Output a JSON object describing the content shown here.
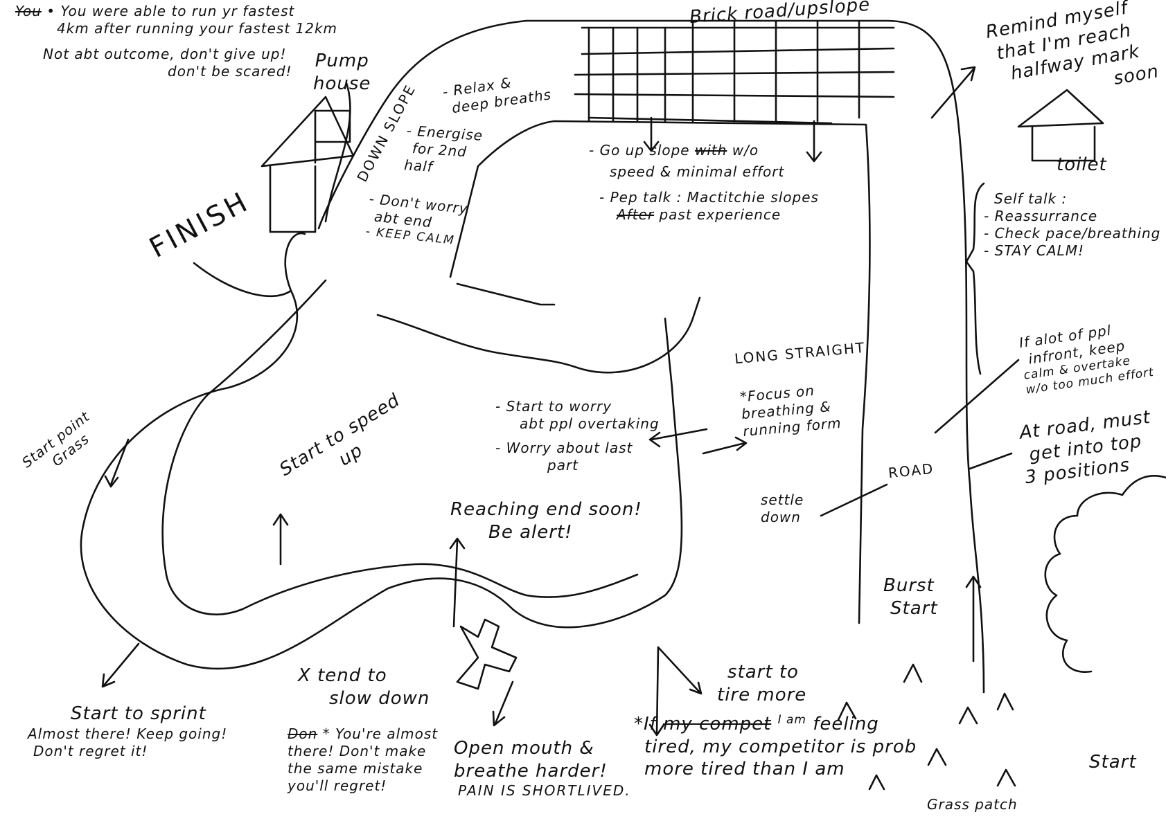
{
  "top_notes": {
    "crossed_word": "You",
    "line1": "You were able to run yr fastest",
    "line2": "4km after running your fastest 12km",
    "line3": "Not abt outcome, don't give up!",
    "line4": "don't be scared!"
  },
  "landmarks": {
    "pump_house": [
      "Pump",
      "house"
    ],
    "finish": "FINISH",
    "down_slope": "DOWN SLOPE",
    "brick_road": "Brick road/upslope",
    "toilet": "toilet",
    "long_straight": "LONG STRAIGHT",
    "road": "ROAD",
    "grass_patch": "Grass patch",
    "start": "Start",
    "start_point": [
      "Start point",
      "Grass"
    ],
    "burst_start": [
      "Burst",
      "Start"
    ]
  },
  "notes": {
    "down_slope_tips": [
      "- Relax &",
      "deep breaths",
      "- Energise",
      "for 2nd",
      "half",
      "- Don't worry",
      "abt end",
      "- KEEP CALM"
    ],
    "upslope_tips": {
      "line1_before": "- Go up slope",
      "line1_struck": "with",
      "line1_after": "w/o",
      "line2": "speed & minimal effort",
      "line3": "- Pep talk : Mactitchie slopes",
      "line4_struck": "After",
      "line4_after": "past experience"
    },
    "halfway": [
      "Remind myself",
      "that I'm reach",
      "halfway mark",
      "soon"
    ],
    "self_talk": [
      "Self talk :",
      "- Reassurrance",
      "- Check pace/breathing",
      "- STAY CALM!"
    ],
    "ppl_infront": [
      "If alot of ppl",
      "infront, keep",
      "calm & overtake",
      "w/o too much effort"
    ],
    "at_road": [
      "At road, must",
      "get into top",
      "3 positions"
    ],
    "focus": [
      "*Focus on",
      "breathing &",
      "running form"
    ],
    "settle_down": [
      "settle",
      "down"
    ],
    "worry": [
      "- Start to worry",
      "abt ppl overtaking",
      "- Worry about last",
      "part"
    ],
    "reaching_end": [
      "Reaching end soon!",
      "Be alert!"
    ],
    "speed_up": [
      "Start to speed",
      "up"
    ],
    "sprint": [
      "Start to sprint",
      "Almost there! Keep going!",
      "Don't regret it!"
    ],
    "tend_slow": [
      "X tend to",
      "slow down"
    ],
    "almost_there": {
      "struck": "Don",
      "line1": "* You're almost",
      "line2": "there! Don't make",
      "line3": "the same mistake",
      "line4": "you'll regret!"
    },
    "open_mouth": [
      "Open mouth &",
      "breathe harder!",
      "PAIN IS SHORTLIVED."
    ],
    "tire_more": [
      "start to",
      "tire more"
    ],
    "competitor": {
      "line1_before": "*If",
      "line1_struck": "my compet",
      "line1_insert": "I am",
      "line1_after": "feeling",
      "line2": "tired, my competitor is prob",
      "line3": "more tired than I am"
    }
  }
}
